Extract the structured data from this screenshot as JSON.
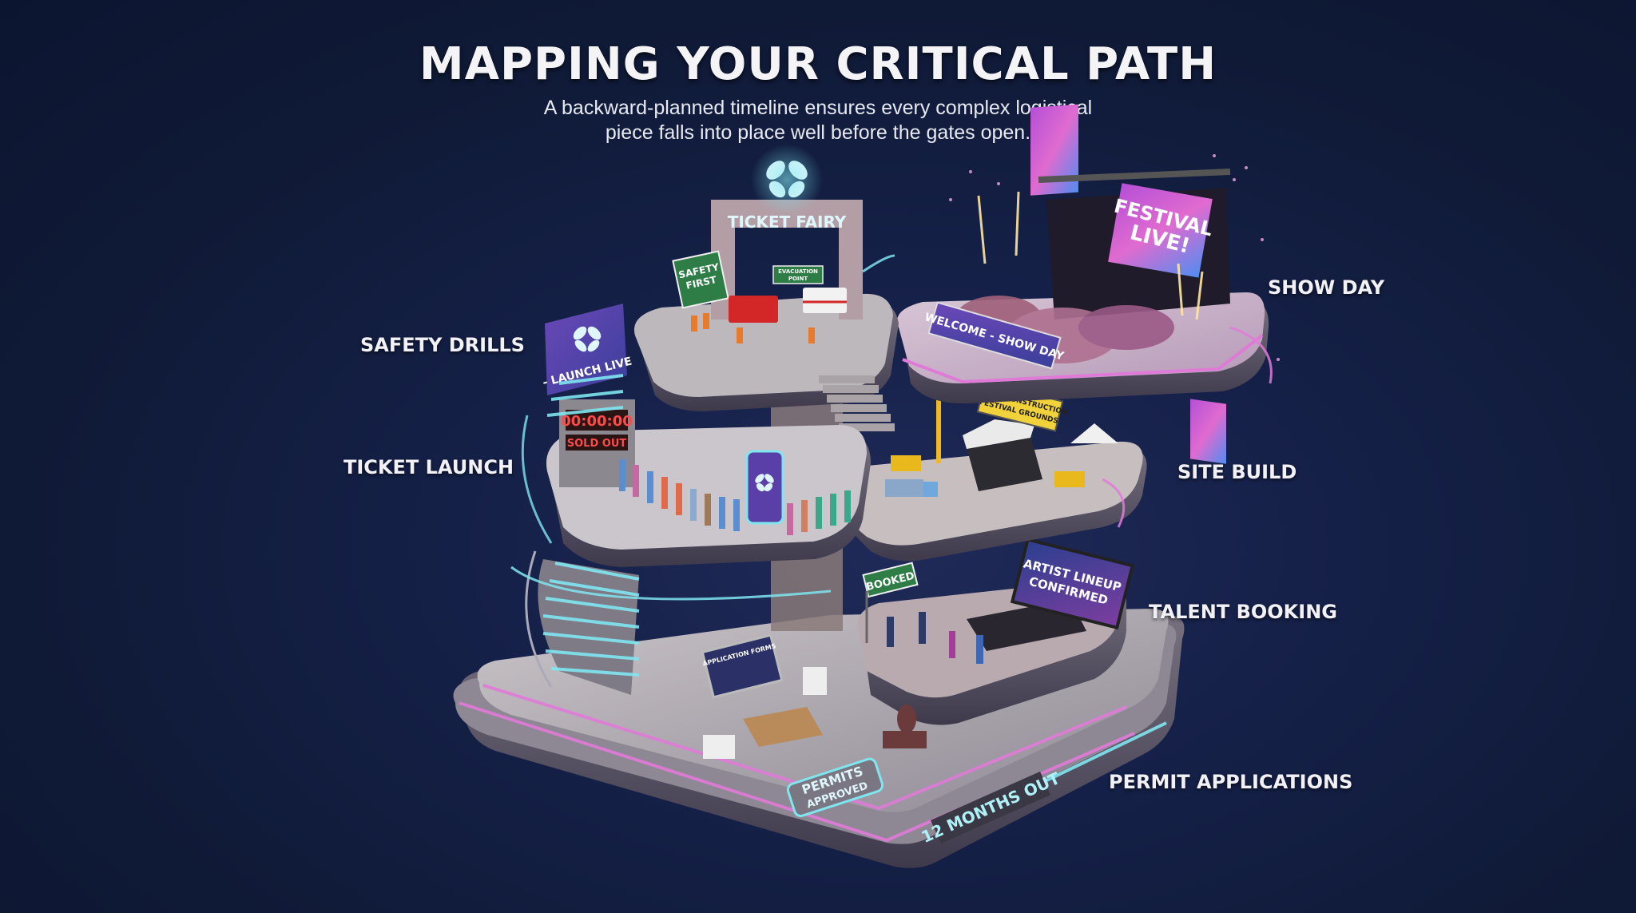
{
  "header": {
    "title": "MAPPING YOUR CRITICAL PATH",
    "subtitle_line1": "A backward-planned timeline ensures every complex logistical",
    "subtitle_line2": "piece falls into place well before the gates open."
  },
  "colors": {
    "background": "#0f1a36",
    "neon_pink": "#e07ad8",
    "neon_cyan": "#7fe6f0",
    "platform": "#b8b4b8",
    "banner_purple": "#5a3fa0",
    "sign_green": "#2e7d46",
    "sign_yellow": "#f2d23a"
  },
  "stages": [
    {
      "id": "show-day",
      "label": "SHOW DAY"
    },
    {
      "id": "safety-drills",
      "label": "SAFETY DRILLS"
    },
    {
      "id": "ticket-launch",
      "label": "TICKET LAUNCH"
    },
    {
      "id": "site-build",
      "label": "SITE BUILD"
    },
    {
      "id": "talent-booking",
      "label": "TALENT BOOKING"
    },
    {
      "id": "permit-applications",
      "label": "PERMIT APPLICATIONS"
    }
  ],
  "scene": {
    "gate_brand": "TICKET FAIRY",
    "safety_sign_line1": "SAFETY",
    "safety_sign_line2": "FIRST",
    "evac_sign_line1": "EVACUATION",
    "evac_sign_line2": "POINT",
    "launch_banner": "- LAUNCH LIVE",
    "countdown": "00:00:00",
    "sold_out": "SOLD OUT",
    "festival_screen_line1": "FESTIVAL",
    "festival_screen_line2": "LIVE!",
    "welcome_banner": "WELCOME - SHOW DAY",
    "construction_sign_line1": "UNDER CONSTRUCTION",
    "construction_sign_line2": "FESTIVAL GROUNDS",
    "booked_sign": "BOOKED",
    "lineup_screen_line1": "ARTIST LINEUP",
    "lineup_screen_line2": "CONFIRMED",
    "application_board": "APPLICATION FORMS",
    "permits_stamp_line1": "PERMITS",
    "permits_stamp_line2": "APPROVED",
    "base_edge_label": "12 MONTHS OUT"
  }
}
